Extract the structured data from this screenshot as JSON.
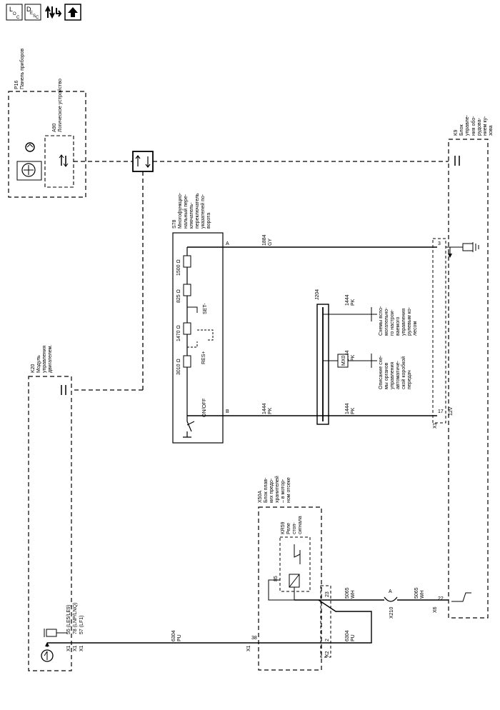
{
  "toolbar": {
    "btn1_main": "L",
    "btn1_sub": "O",
    "btn1_sub2": "C",
    "btn2_main": "D",
    "btn2_sub": "E",
    "btn2_sub2": "S",
    "btn2_sub3": "C"
  },
  "p16": {
    "id": "P16",
    "name": "Панель приборов"
  },
  "a90": {
    "id": "A90",
    "name": "Логическое устройство"
  },
  "k9": {
    "id": "K9",
    "name": "Блок управления оборудованием кузова"
  },
  "s78": {
    "id": "S78",
    "name": "Многофункциональный переключатель-переключатель указателей поворота",
    "r1": "1500 Ω",
    "r2": "825 Ω",
    "r3": "1470 Ω",
    "r4": "3010 Ω",
    "set": "SET-",
    "res": "RES+",
    "onoff": "ON/OFF",
    "pin_a": "A",
    "pin_b": "B"
  },
  "k20": {
    "id": "K20",
    "name": "Модуль управления двигателем"
  },
  "j204": {
    "id": "J204"
  },
  "mx0": {
    "id": "MX0"
  },
  "wires": {
    "w1_num": "1884",
    "w1_col": "GY",
    "w2_num": "1444",
    "w2_col": "PK",
    "w3_num": "1444",
    "w3_col": "PK",
    "w4_num": "1444",
    "w4_col": "PK",
    "w5_num": "1444",
    "w5_col": "PK",
    "w6_num": "6304",
    "w6_col": "PU",
    "w7_num": "6304",
    "w7_col": "PU",
    "w8_num": "5065",
    "w8_col": "WH",
    "w9_num": "5065",
    "w9_col": "WH"
  },
  "refs": {
    "ref1": "Схемы вспомогательного управления рулевым колесом",
    "ref2": "Описание схемы органов управления автоматической коробкой передач"
  },
  "x50a": {
    "id": "X50A",
    "name": "Блок плавких предохранителей – в моторном отсеке"
  },
  "kr59": {
    "id": "KR59",
    "name": "Реле стоп-сигнала",
    "pin85": "85"
  },
  "x210": {
    "id": "X210",
    "pin": "A"
  },
  "pins": {
    "k9_3": "3",
    "k9_17": "17",
    "k9_x1": "X1",
    "k9_12v": "12V",
    "k9_22": "22",
    "k9_x6": "X6",
    "x50a_23": "23",
    "x50a_2": "2",
    "x50a_x2": "X2",
    "k20_38": "38",
    "k20_x1": "X1",
    "k20_55": "55 (LE5/LE9)",
    "k20_78": "78 (LNP/LNQ)",
    "k20_57": "57 (LF1)",
    "k20_x1a": "X1",
    "k20_x1b": "X1",
    "k20_x1c": "X1"
  }
}
